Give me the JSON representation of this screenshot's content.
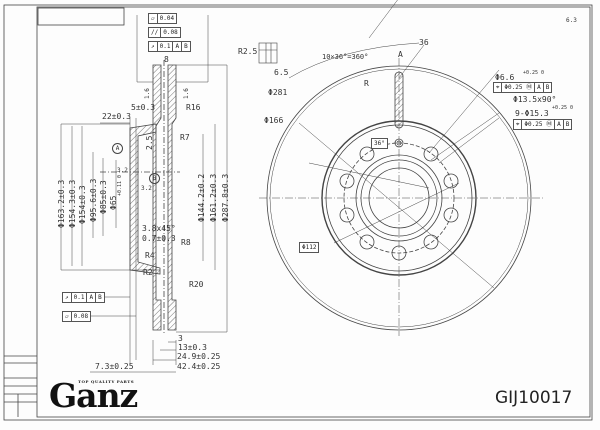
{
  "logo": {
    "brand": "Ganz",
    "tagline": "TOP QUALITY PARTS"
  },
  "part_number": "GIJ10017",
  "roughness_symbol": "6.3",
  "tolerance_frame_top": [
    {
      "symbol": "flatness",
      "value": "0.04"
    },
    {
      "symbol": "parallelism",
      "value": "0.08"
    },
    {
      "symbol": "runout",
      "value": "0.1",
      "datums": [
        "A",
        "B"
      ]
    }
  ],
  "tolerance_frame_left": [
    {
      "symbol": "runout",
      "value": "0.1",
      "datums": [
        "A",
        "B"
      ]
    },
    {
      "symbol": "flatness",
      "value": "0.08"
    }
  ],
  "datums": [
    "A",
    "B"
  ],
  "section_dims": {
    "d1": "Φ163.2±0.3",
    "d2": "Φ154.3±0.3",
    "d3": "Φ154±0.3",
    "d4": "Φ95.6±0.3",
    "d5": "Φ85±0.3",
    "d6": "Φ65",
    "d6_tol": "+0.11 0",
    "d7": "Φ144.2±0.2",
    "d8": "Φ161.2±0.3",
    "d9": "Φ287.8±0.3",
    "w8": "8",
    "w22": "22±0.3",
    "w5": "5±0.3",
    "r16": "R16",
    "r7": "R7",
    "h25": "2.5",
    "chamfer": "3.8x45°",
    "depth": "0.7±0.3",
    "r8": "R8",
    "r4": "R4",
    "r2": "R2",
    "r20": "R20",
    "t3": "3",
    "t13": "13±0.3",
    "t249": "24.9±0.25",
    "t424": "42.4±0.25",
    "t73": "7.3±0.25",
    "ra_a": "1.6",
    "ra_b": "1.6",
    "ra_c": "3.2",
    "ra_d": "3.2"
  },
  "front_dims": {
    "r25": "R2.5",
    "w65": "6.5",
    "d281": "Φ281",
    "d166": "Φ166",
    "angle": "10×36°=360°",
    "a_label": "A",
    "slot": "36",
    "r": "R",
    "d66": "Φ6.6",
    "d66_tol": "+0.25 0",
    "pos_tol": "Φ0.25 Ⓜ",
    "csink": "Φ13.5x90°",
    "holes": "9-Φ15.3",
    "holes_tol": "+0.25 0",
    "ang36": "36°",
    "d112": "Φ112"
  },
  "colors": {
    "line": "#333333",
    "hatch": "#555555"
  }
}
